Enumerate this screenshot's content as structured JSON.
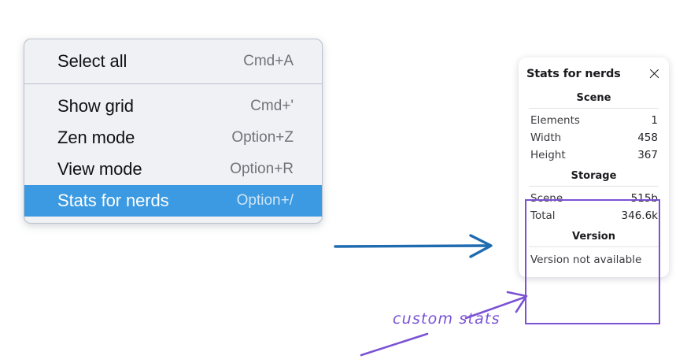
{
  "context_menu": {
    "groups": [
      {
        "items": [
          {
            "label": "Select all",
            "shortcut": "Cmd+A",
            "selected": false
          }
        ]
      },
      {
        "items": [
          {
            "label": "Show grid",
            "shortcut": "Cmd+'",
            "selected": false
          },
          {
            "label": "Zen mode",
            "shortcut": "Option+Z",
            "selected": false
          },
          {
            "label": "View mode",
            "shortcut": "Option+R",
            "selected": false
          },
          {
            "label": "Stats for nerds",
            "shortcut": "Option+/",
            "selected": true
          }
        ]
      }
    ],
    "highlight_color": "#3b9ae1"
  },
  "stats_panel": {
    "title": "Stats for nerds",
    "close_icon": "close-icon",
    "sections": [
      {
        "heading": "Scene",
        "rows": [
          {
            "label": "Elements",
            "value": "1"
          },
          {
            "label": "Width",
            "value": "458"
          },
          {
            "label": "Height",
            "value": "367"
          }
        ]
      },
      {
        "heading": "Storage",
        "rows": [
          {
            "label": "Scene",
            "value": "515b"
          },
          {
            "label": "Total",
            "value": "346.6k"
          }
        ]
      },
      {
        "heading": "Version",
        "note": "Version not available"
      }
    ],
    "highlight_border_color": "#7b52d4"
  },
  "annotations": {
    "label": "custom stats",
    "label_color": "#7b52d4",
    "blue_arrow_color": "#1f6bb0",
    "purple_arrow_color": "#7b52d4"
  }
}
